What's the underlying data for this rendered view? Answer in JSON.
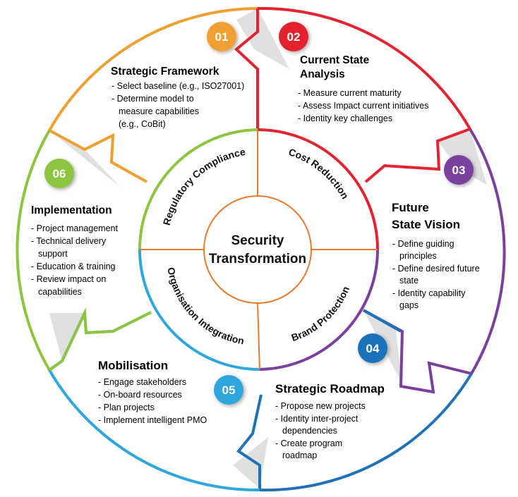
{
  "center": {
    "line1": "Security",
    "line2": "Transformation"
  },
  "inner_ring": {
    "top_left": "Regulatory Compliance",
    "top_right": "Cost Reduction",
    "bottom_right": "Brand Protection",
    "bottom_left": "Organisation Integration"
  },
  "colors": {
    "orange": "#F0A030",
    "red": "#E3232F",
    "purple": "#7B3F9E",
    "blue": "#1F72B8",
    "light_blue": "#2FA6DC",
    "green": "#8DC440",
    "inner_lines": "#E87A2C"
  },
  "segments": [
    {
      "number": "01",
      "title": "Strategic Framework",
      "items": [
        "- Select baseline (e.g., ISO27001)",
        "- Determine model to",
        "measure capabilities",
        "(e.g., CoBit)"
      ]
    },
    {
      "number": "02",
      "title_lines": [
        "Current State",
        "Analysis"
      ],
      "items": [
        "- Measure current maturity",
        "- Assess Impact current initiatives",
        "- Identity key challenges"
      ]
    },
    {
      "number": "03",
      "title_lines": [
        "Future",
        "State Vision"
      ],
      "items": [
        "- Define guiding",
        "principles",
        "- Define desired future",
        "state",
        "- Identity capability",
        "gaps"
      ]
    },
    {
      "number": "04",
      "title": "Strategic Roadmap",
      "items": [
        "- Propose new projects",
        "- Identity inter-project",
        "dependencies",
        "- Create program",
        "roadmap"
      ]
    },
    {
      "number": "05",
      "title": "Mobilisation",
      "items": [
        "- Engage stakeholders",
        "- On-board resources",
        "- Plan projects",
        "- Implement intelligent PMO"
      ]
    },
    {
      "number": "06",
      "title": "Implementation",
      "items": [
        "- Project management",
        "- Technical delivery",
        "support",
        "- Education & training",
        "- Review impact on",
        "capabilities"
      ]
    }
  ]
}
